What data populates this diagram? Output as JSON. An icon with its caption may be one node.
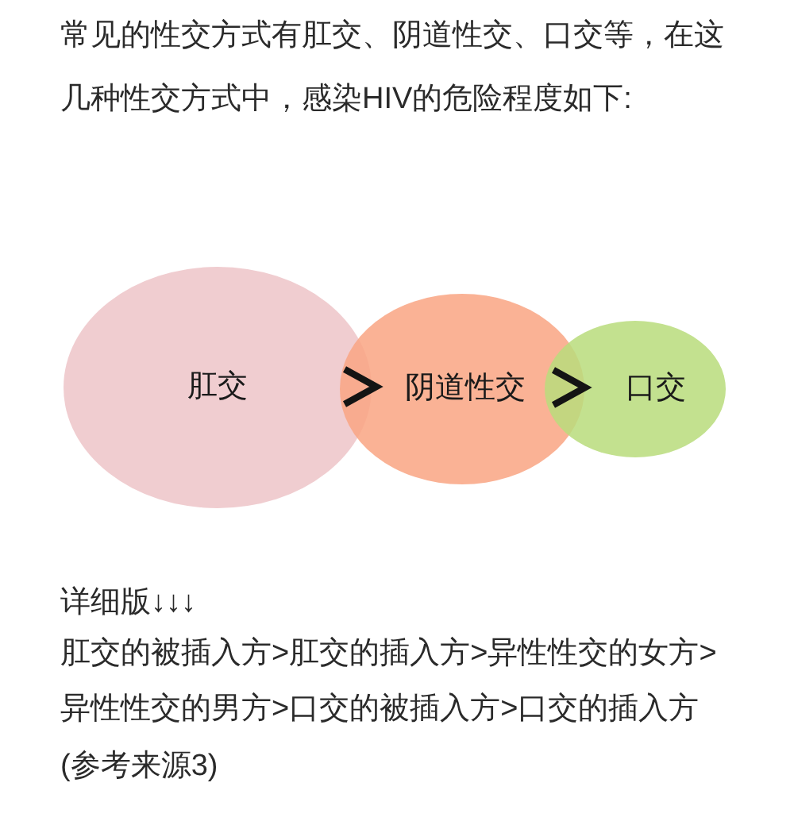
{
  "diagram": {
    "title": "常见的性交方式有肛交、阴道性交、口交等，在这几种性交方式中，感染HIV的危险程度如下:",
    "nodes": [
      {
        "text": [
          "肛交"
        ]
      },
      {
        "text": [
          "阴道性交"
        ]
      },
      {
        "text": [
          "口交"
        ]
      }
    ],
    "edges": [
      {
        "from": 0,
        "to": 1,
        "arrow": "to"
      },
      {
        "from": 1,
        "to": 2,
        "arrow": "to"
      }
    ],
    "labels": [
      "详细版↓↓↓",
      "肛交的被插入方>肛交的插入方>异性性交的女方>异性性交的男方>口交的被插入方>口交的插入方",
      "(参考来源3)"
    ]
  }
}
